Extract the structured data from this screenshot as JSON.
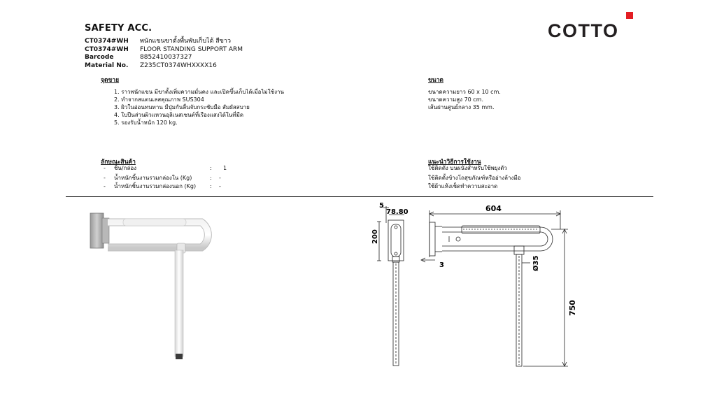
{
  "header": {
    "category": "SAFETY ACC.",
    "brand": "COTTO",
    "brand_accent": "#e31e24"
  },
  "product_info": [
    {
      "label": "CT0374#WH",
      "value": "พนักแขนขาตั้งพื้นพับเก็บได้ สีขาว"
    },
    {
      "label": "CT0374#WH",
      "value": "FLOOR STANDING SUPPORT ARM"
    },
    {
      "label": "Barcode",
      "value": "8852410037327"
    },
    {
      "label": "Material No.",
      "value": "Z235CT0374WHXXXX16"
    }
  ],
  "features": {
    "heading": "จุดขาย",
    "items": [
      "1. ราวพนักแขน มีขาตั้งเพิ่มความมั่นคง และเปิดขึ้นเก็บได้เมื่อไม่ใช้งาน",
      "2. ทำจากสแตนเลสคุณภาพ SUS304",
      "3. ผิวในอ่อนทนทาน มีปุ่มกันลื่นจับกระชับมือ สัมผัสสบาย",
      "4. ใบปืนส่วนผิวแหวนอุลิเนสเซนต์ที่เรืองแสงได้ในที่มืด",
      "5. รองรับน้ำหนัก 120 kg."
    ]
  },
  "dimensions": {
    "heading": "ขนาด",
    "items": [
      "ขนาดความยาว 60 x 10 cm.",
      "ขนาดความสูง 70 cm.",
      "เส้นผ่านศูนย์กลาง 35 mm."
    ]
  },
  "characteristics": {
    "heading": "ลักษณะสินค้า",
    "rows": [
      {
        "dash": "-",
        "label": "ชิ้น/กล่อง",
        "sep": ":",
        "value": "1"
      },
      {
        "dash": "-",
        "label": "น้ำหนักชิ้นงานรวมกล่องใน (Kg)",
        "sep": ":",
        "value": "-"
      },
      {
        "dash": "-",
        "label": "น้ำหนักชิ้นงานรวมกล่องนอก (Kg)",
        "sep": ":",
        "value": "-"
      }
    ]
  },
  "usage": {
    "heading": "แนะนำวิธีการใช้งาน",
    "items": [
      "ใช้ติดตั้ง บนผนังสำหรับใช้พยุงตัว",
      "ใช้ติดตั้งข้างโถสุขภัณฑ์หรืออ่างล้างมือ",
      "ใช้ผ้าแห้งเช็ดทำความสะอาด"
    ]
  },
  "drawing_labels": {
    "side_top": "5",
    "side_width": "78.80",
    "side_height": "200",
    "front_width": "604",
    "front_gap": "3",
    "front_diameter": "Ø35",
    "front_height": "750"
  }
}
